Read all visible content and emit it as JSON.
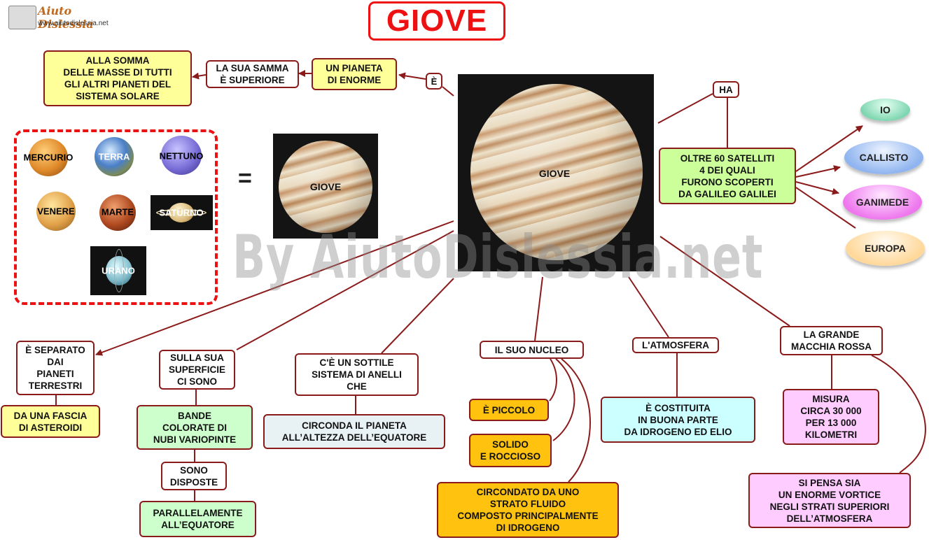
{
  "title": "GIOVE",
  "logo": {
    "name": "Aiuto Dislessia",
    "url": "www.aiutodislessia.net"
  },
  "watermark": "By AiutoDislessia.net",
  "center": {
    "label": "GIOVE"
  },
  "small_jupiter": {
    "label": "GIOVE"
  },
  "equals": "=",
  "planets": [
    "MERCURIO",
    "TERRA",
    "NETTUNO",
    "VENERE",
    "MARTE",
    "SATURNO",
    "URANO"
  ],
  "nodes": {
    "e": "È",
    "enorme": "UN PIANETA\nDI ENORME",
    "massa_sup": "LA SUA SAMMA\nÈ SUPERIORE",
    "somma": "ALLA SOMMA\nDELLE MASSE DI TUTTI\nGLI ALTRI PIANETI DEL\nSISTEMA SOLARE",
    "ha": "HA",
    "satelliti": "OLTRE  60  SATELLITI\n4  DEI  QUALI\nFURONO SCOPERTI\nDA GALILEO GALILEI",
    "separato": "È SEPARATO\nDAI\nPIANETI\nTERRESTRI",
    "fascia": "DA UNA FASCIA\nDI ASTEROIDI",
    "superficie": "SULLA SUA\nSUPERFICIE\nCI SONO",
    "bande": "BANDE\nCOLORATE DI\nNUBI VARIOPINTE",
    "disposte": "SONO\nDISPOSTE",
    "parallele": "PARALLELAMENTE\nALL’EQUATORE",
    "anelli": "C'È UN SOTTILE\nSISTEMA DI ANELLI\nCHE",
    "circonda": "CIRCONDA IL PIANETA\nALL’ALTEZZA  DELL’EQUATORE",
    "nucleo": "IL  SUO  NUCLEO",
    "piccolo": "È  PICCOLO",
    "solido": "SOLIDO\nE ROCCIOSO",
    "circondato": "CIRCONDATO  DA  UNO\nSTRATO  FLUIDO\nCOMPOSTO PRINCIPALMENTE\nDI IDROGENO",
    "atmosfera": "L'ATMOSFERA",
    "costituita": "È COSTITUITA\nIN  BUONA  PARTE\nDA  IDROGENO  ED  ELIO",
    "macchia": "LA GRANDE\nMACCHIA ROSSA",
    "misura": "MISURA\nCIRCA  30 000\nPER  13 000\nKILOMETRI",
    "vortice": "SI  PENSA  SIA\nUN ENORME VORTICE\nNEGLI STRATI SUPERIORI\nDELL’ATMOSFERA"
  },
  "moons": [
    {
      "name": "IO",
      "color": "#7fd6b0"
    },
    {
      "name": "CALLISTO",
      "color": "#8fb4ef"
    },
    {
      "name": "GANIMEDE",
      "color": "#ee77ee"
    },
    {
      "name": "EUROPA",
      "color": "#ffd89a"
    }
  ],
  "colors": {
    "border": "#8b1a1a",
    "title": "#ee1111",
    "dashed": "#ee1111"
  }
}
